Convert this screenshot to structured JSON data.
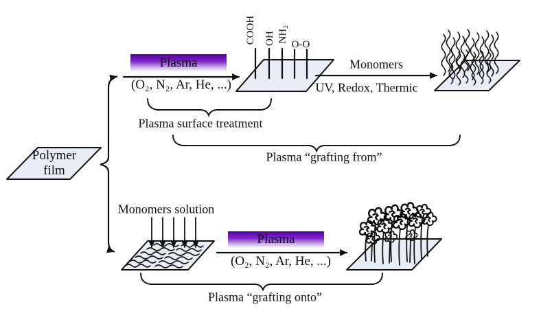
{
  "colors": {
    "background": "#ffffff",
    "line": "#111111",
    "plate_fill": "#e9edf6",
    "plasma_gradient_top": "#2d0653",
    "plasma_gradient_mid": "#7e22c9",
    "plasma_gradient_bottom": "#f4effb"
  },
  "polymer_film": {
    "line1": "Polymer",
    "line2": "film"
  },
  "top_path": {
    "plasma": "Plasma",
    "gases": "(O₂, N₂, Ar, He, ...)",
    "functional_groups": [
      "COOH",
      "OH",
      "NH₂",
      "O-O"
    ],
    "monomers": "Monomers",
    "initiation": "UV, Redox, Thermic"
  },
  "bottom_path": {
    "monomers_solution": "Monomers solution",
    "plasma": "Plasma",
    "gases": "(O₂, N₂, Ar, He, ...)"
  },
  "captions": {
    "surface_treatment": "Plasma surface treatment",
    "grafting_from": "Plasma “grafting from”",
    "grafting_onto": "Plasma “grafting onto”"
  }
}
